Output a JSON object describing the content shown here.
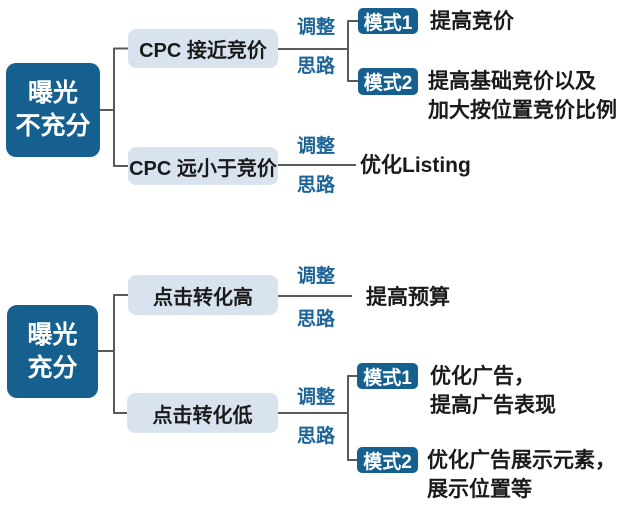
{
  "colors": {
    "node_dark_blue": "#16608f",
    "node_light_blue": "#d8e3ef",
    "label_blue": "#1d6598",
    "connector_gray": "#595959",
    "text_black": "#1a1a1a",
    "background": "#ffffff"
  },
  "sections": [
    {
      "root": {
        "line1": "曝光",
        "line2": "不充分"
      },
      "branches": [
        {
          "condition": "CPC 接近竞价",
          "adjust_label_line1": "调整",
          "adjust_label_line2": "思路",
          "modes": [
            {
              "badge": "模式1",
              "text_line1": "提高竞价"
            },
            {
              "badge": "模式2",
              "text_line1": "提高基础竞价以及",
              "text_line2": "加大按位置竞价比例"
            }
          ]
        },
        {
          "condition": "CPC 远小于竞价",
          "adjust_label_line1": "调整",
          "adjust_label_line2": "思路",
          "result": "优化Listing"
        }
      ]
    },
    {
      "root": {
        "line1": "曝光",
        "line2": "充分"
      },
      "branches": [
        {
          "condition": "点击转化高",
          "adjust_label_line1": "调整",
          "adjust_label_line2": "思路",
          "result": "提高预算"
        },
        {
          "condition": "点击转化低",
          "adjust_label_line1": "调整",
          "adjust_label_line2": "思路",
          "modes": [
            {
              "badge": "模式1",
              "text_line1": "优化广告，",
              "text_line2": "提高广告表现"
            },
            {
              "badge": "模式2",
              "text_line1": "优化广告展示元素，",
              "text_line2": "展示位置等"
            }
          ]
        }
      ]
    }
  ]
}
